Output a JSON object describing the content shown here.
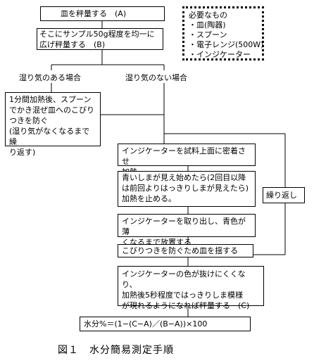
{
  "steps": {
    "a": "皿を秤量する　(A)",
    "b": "そこにサンプル50g程度を均一に\n広げ秤量する　(B)",
    "wet": "1分間加熱後、スプーン\nでかき混ぜ皿へのこびり\nつきを防ぐ\n(湿り気がなくなるまで繰\nり返す)",
    "indicator_on": "インジケーターを試料上面に密着させ\n加熱",
    "stop_heat": "青いしまが見え始めたら(2回目以降\nは前回よりはっきりしまが見えたら)\n加熱を止める。",
    "remove_indicator": "インジケーターを取り出し、青色が薄\nくなるまで放置する",
    "shake_dish": "こびりつきを防ぐため皿を揺する",
    "weigh_c": "インジケーターの色が抜けにくくなり、\n加熱後5秒程度ではっきりしま模様\nが現れるようになれば秤量する　(C)",
    "formula": "水分%＝(1−(C−A)／(B−A))×100"
  },
  "branches": {
    "wet_label": "湿り気のある場合",
    "dry_label": "湿り気のない場合"
  },
  "repeat_label": "繰り返し",
  "required": {
    "title": "必要なもの",
    "items": [
      "・皿(陶器)",
      "・スプーン",
      "・電子レンジ(500W)",
      "・インジケーター"
    ]
  },
  "caption": "図１　水分簡易測定手順"
}
